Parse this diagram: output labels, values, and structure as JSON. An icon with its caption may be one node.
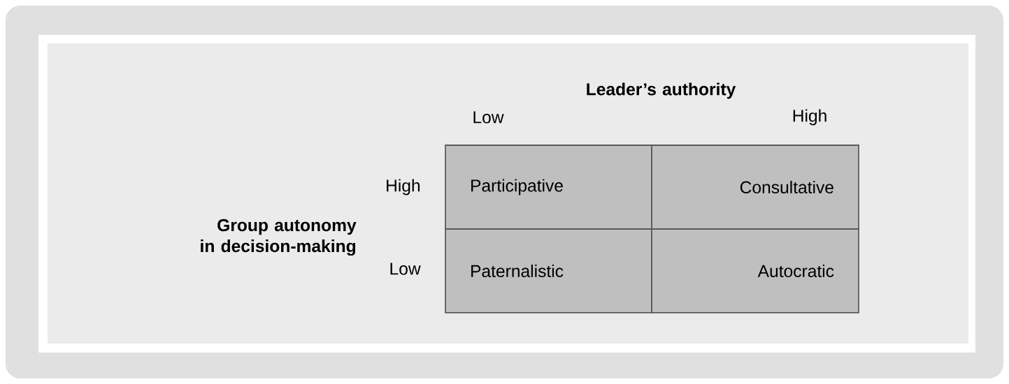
{
  "diagram": {
    "nodes": [
      {
        "text": [
          "Participative"
        ]
      },
      {
        "text": [
          "Consultative"
        ]
      },
      {
        "text": [
          "Paternalistic"
        ]
      },
      {
        "text": [
          "Autocratic"
        ]
      }
    ],
    "labels": [
      "Leader’s authority",
      "Low",
      "High",
      "High",
      "Group autonomy in decision-making",
      "Low"
    ]
  }
}
